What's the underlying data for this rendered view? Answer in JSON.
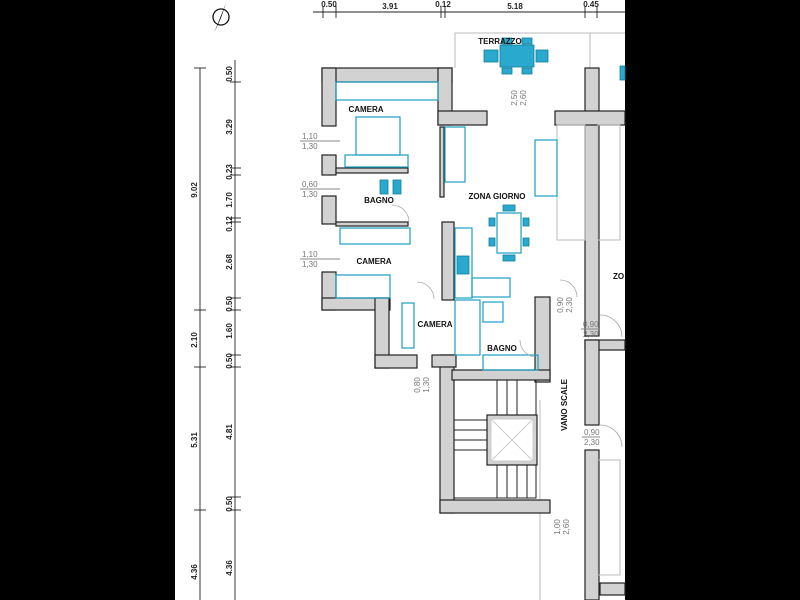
{
  "plan": {
    "top_dimensions": [
      "0.50",
      "3.91",
      "0.12",
      "5.18",
      "0.45"
    ],
    "left_outer_dimensions": [
      "9.02",
      "2.10",
      "5.31",
      "4.36"
    ],
    "left_inner_dimensions": [
      "0.50",
      "3.29",
      "0.23",
      "1.70",
      "0.12",
      "2.68",
      "0.50",
      "1.60",
      "0.50",
      "4.81",
      "0.50",
      "4.36"
    ],
    "rooms": {
      "terrazzo": "TERRAZZO",
      "camera_1": "CAMERA",
      "bagno_1": "BAGNO",
      "zona_giorno": "ZONA GIORNO",
      "camera_2": "CAMERA",
      "camera_3": "CAMERA",
      "bagno_2": "BAGNO",
      "vano_scale": "VANO SCALE",
      "zona_partial": "ZO"
    },
    "openings": [
      {
        "w": "1,10",
        "h": "1,30"
      },
      {
        "w": "0,60",
        "h": "1,30"
      },
      {
        "w": "1,10",
        "h": "1,30"
      },
      {
        "w": "0,80",
        "h": "1,30"
      },
      {
        "w": "0,90",
        "h": "2,30"
      },
      {
        "w": "0,90",
        "h": "2,30"
      },
      {
        "w": "0,90",
        "h": "2,30"
      },
      {
        "w": "1,00",
        "h": "2,60"
      },
      {
        "w": "2,50",
        "h": "2,60"
      }
    ]
  }
}
